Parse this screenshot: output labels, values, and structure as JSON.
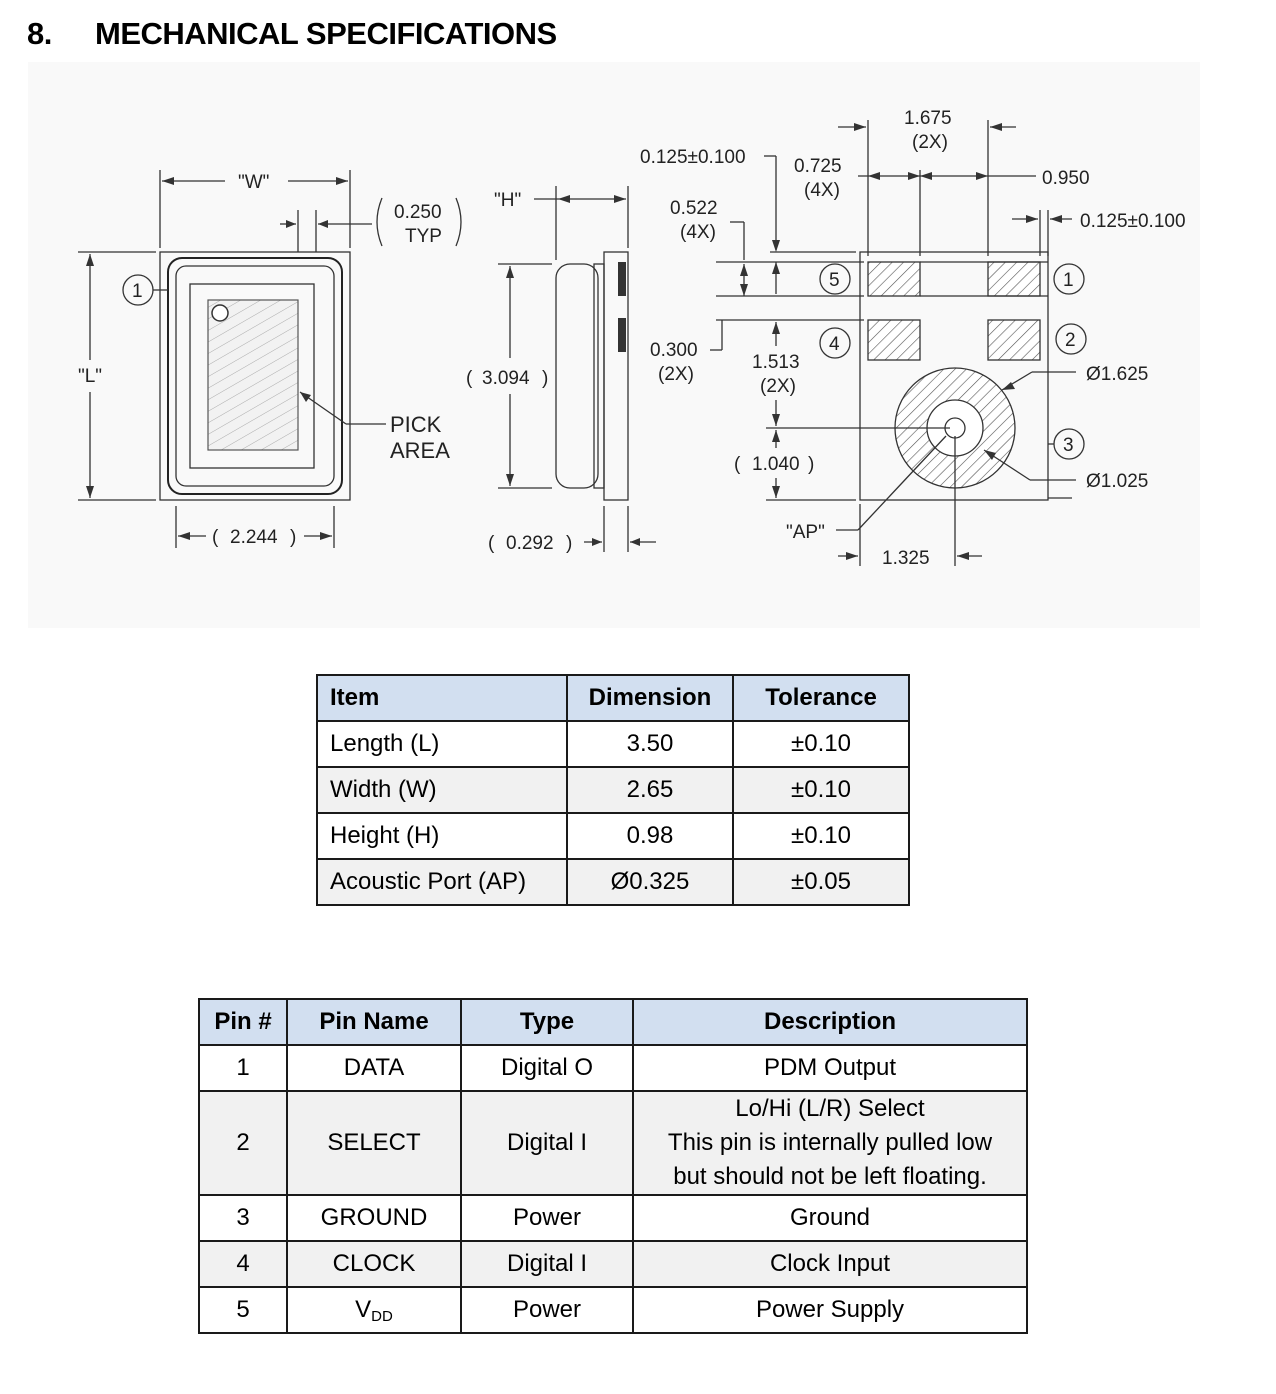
{
  "section": {
    "number": "8.",
    "title": "MECHANICAL SPECIFICATIONS"
  },
  "drawing": {
    "labels": {
      "w_marker": "\"W\"",
      "l_marker": "\"L\"",
      "h_marker": "\"H\"",
      "ap_marker": "\"AP\"",
      "pick_area_1": "PICK",
      "pick_area_2": "AREA",
      "typ": "TYP"
    },
    "dimensions": {
      "d_0250": "0.250",
      "d_2244": "2.244",
      "d_3094": "3.094",
      "d_0292": "0.292",
      "d_0125_top": "0.125±0.100",
      "d_0522": "0.522",
      "x4_a": "(4X)",
      "d_0725": "0.725",
      "x4_b": "(4X)",
      "d_1675": "1.675",
      "x2_a": "(2X)",
      "d_0950": "0.950",
      "d_0125_right": "0.125±0.100",
      "d_0300": "0.300",
      "x2_b": "(2X)",
      "d_1513": "1.513",
      "x2_c": "(2X)",
      "d_1040": "1.040",
      "d_1325": "1.325",
      "dia_1625": "Ø1.625",
      "dia_1025": "Ø1.025"
    },
    "pin_callouts": [
      "1",
      "5",
      "4",
      "1",
      "2",
      "3"
    ]
  },
  "dimension_table": {
    "headers": [
      "Item",
      "Dimension",
      "Tolerance"
    ],
    "rows": [
      [
        "Length (L)",
        "3.50",
        "±0.10"
      ],
      [
        "Width (W)",
        "2.65",
        "±0.10"
      ],
      [
        "Height (H)",
        "0.98",
        "±0.10"
      ],
      [
        "Acoustic Port (AP)",
        "Ø0.325",
        "±0.05"
      ]
    ]
  },
  "pin_table": {
    "headers": [
      "Pin #",
      "Pin Name",
      "Type",
      "Description"
    ],
    "rows": [
      {
        "pin": "1",
        "name": "DATA",
        "type": "Digital O",
        "desc": [
          "PDM Output"
        ]
      },
      {
        "pin": "2",
        "name": "SELECT",
        "type": "Digital I",
        "desc": [
          "Lo/Hi (L/R) Select",
          "This pin is internally pulled low",
          "but should not be left floating."
        ]
      },
      {
        "pin": "3",
        "name": "GROUND",
        "type": "Power",
        "desc": [
          "Ground"
        ]
      },
      {
        "pin": "4",
        "name": "CLOCK",
        "type": "Digital I",
        "desc": [
          "Clock Input"
        ]
      },
      {
        "pin": "5",
        "name_main": "V",
        "name_sub": "DD",
        "type": "Power",
        "desc": [
          "Power Supply"
        ]
      }
    ]
  }
}
